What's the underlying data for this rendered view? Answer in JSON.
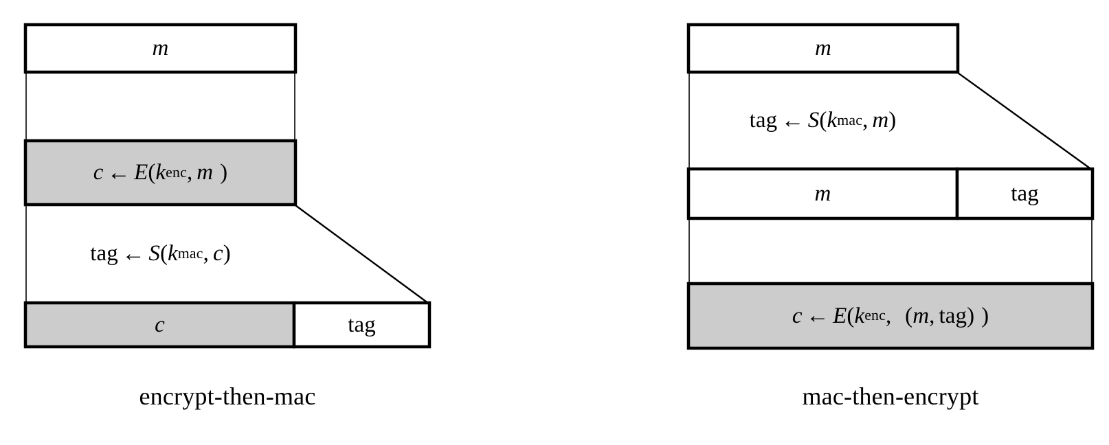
{
  "figure": {
    "background_color": "#ffffff",
    "stroke_color": "#000000",
    "fill_gray": "#cccccc",
    "fill_white": "#ffffff"
  },
  "left_diagram": {
    "caption": "encrypt-then-mac",
    "top_box": {
      "label": "m"
    },
    "encrypt_box": {
      "op": "c",
      "arrow": "←",
      "func": "E",
      "open": "(",
      "key": "k",
      "key_sub": "enc",
      "comma": ",",
      "arg": "m",
      "close": ")"
    },
    "mac_step": {
      "op": "tag",
      "arrow": "←",
      "func": "S",
      "open": "(",
      "key": "k",
      "key_sub": "mac",
      "comma": ",",
      "arg": "c",
      "close": ")"
    },
    "output_box": {
      "left_cell": "c",
      "right_cell": "tag"
    }
  },
  "right_diagram": {
    "caption": "mac-then-encrypt",
    "top_box": {
      "label": "m"
    },
    "mac_step": {
      "op": "tag",
      "arrow": "←",
      "func": "S",
      "open": "(",
      "key": "k",
      "key_sub": "mac",
      "comma": ",",
      "arg": "m",
      "close": ")"
    },
    "middle_box": {
      "left_cell": "m",
      "right_cell": "tag"
    },
    "encrypt_box": {
      "op": "c",
      "arrow": "←",
      "func": "E",
      "open": "(",
      "key": "k",
      "key_sub": "enc",
      "comma": ",",
      "arg_open": "(",
      "arg_first": "m",
      "arg_comma": ",",
      "arg_second": "tag",
      "arg_close": ")",
      "close": ")"
    }
  }
}
